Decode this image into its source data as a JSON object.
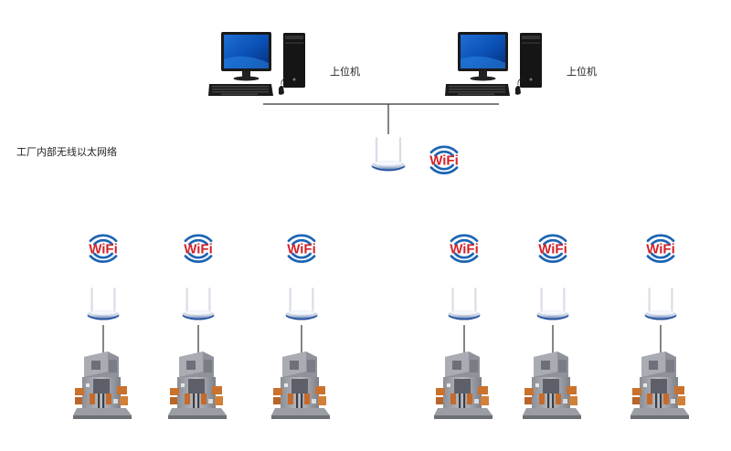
{
  "network_label": "工厂内部无线以太网络",
  "upper_computers": [
    {
      "label": "上位机"
    },
    {
      "label": "上位机"
    }
  ],
  "wifi_logo_text": "WiFi",
  "client_count": 6,
  "colors": {
    "wifi_red": "#d2232a",
    "wifi_blue": "#1c64b4",
    "router_blue": "#1f4e9c",
    "line": "#333333"
  }
}
